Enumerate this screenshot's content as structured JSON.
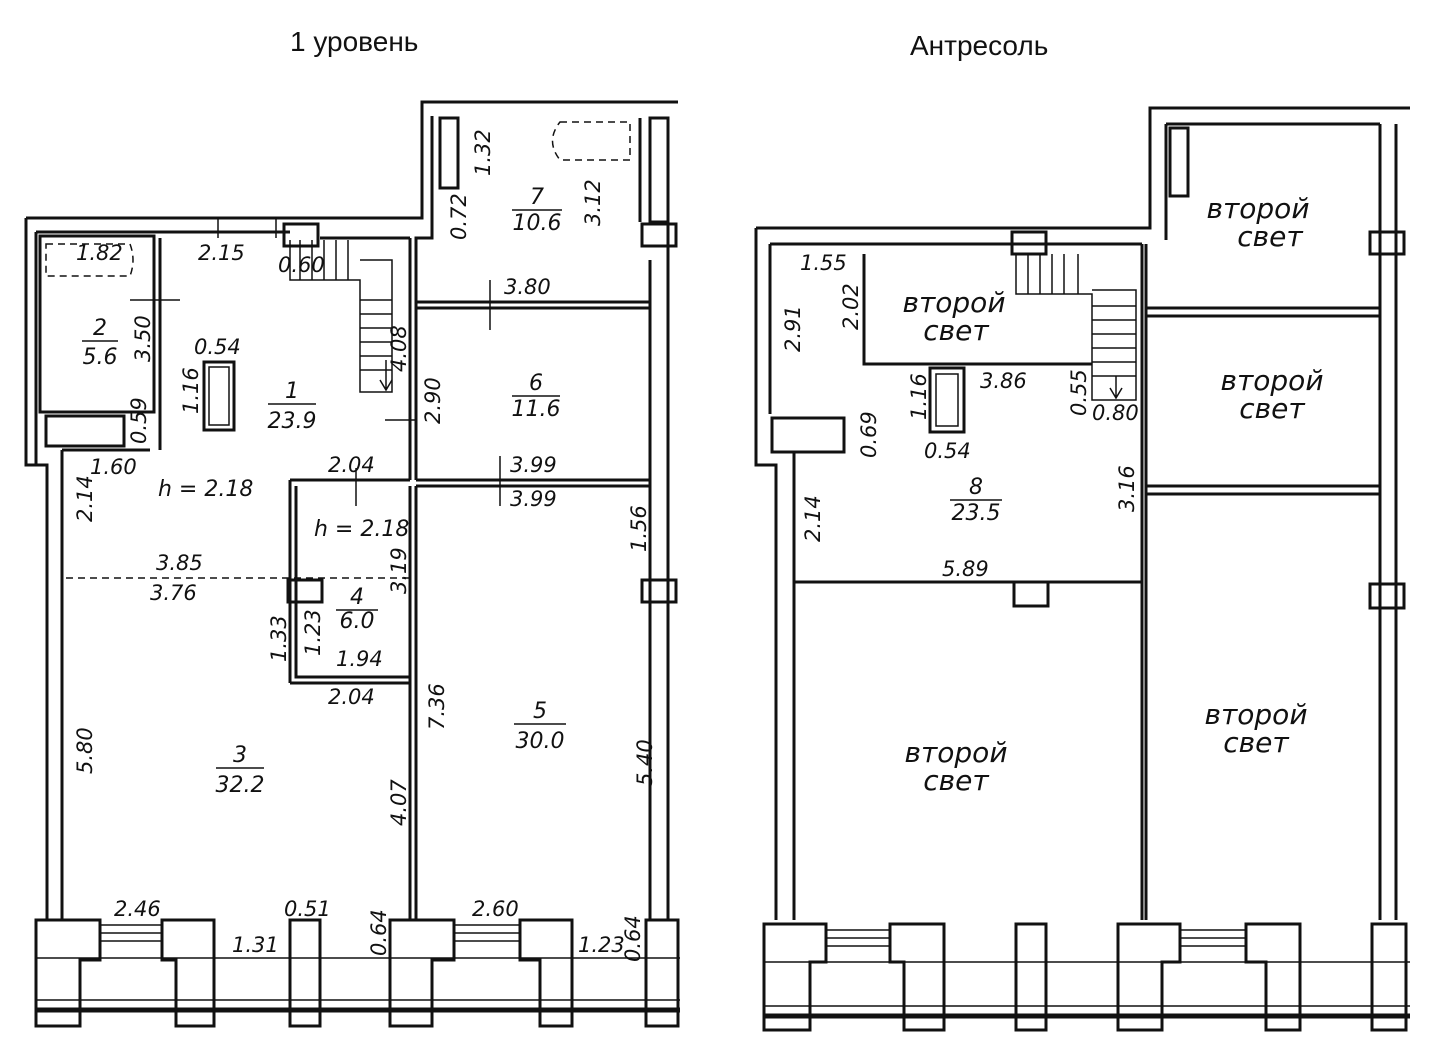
{
  "titles": {
    "level1": "1 уровень",
    "mezzanine": "Антресоль"
  },
  "rooms_level1": [
    {
      "num": "1",
      "area": "23.9"
    },
    {
      "num": "2",
      "area": "5.6"
    },
    {
      "num": "3",
      "area": "32.2"
    },
    {
      "num": "4",
      "area": "6.0"
    },
    {
      "num": "5",
      "area": "30.0"
    },
    {
      "num": "6",
      "area": "11.6"
    },
    {
      "num": "7",
      "area": "10.6"
    }
  ],
  "rooms_mezzanine": [
    {
      "num": "8",
      "area": "23.5"
    }
  ],
  "second_light": {
    "line1": "второй",
    "line2": "свет"
  },
  "heights": {
    "h1": "h = 2.18",
    "h2": "h = 2.18"
  },
  "dims_level1": [
    "1.82",
    "2.15",
    "0.60",
    "3.50",
    "0.54",
    "1.16",
    "0.59",
    "1.60",
    "2.14",
    "4.08",
    "2.90",
    "1.32",
    "0.72",
    "3.12",
    "3.80",
    "3.99",
    "3.99",
    "2.04",
    "3.19",
    "1.56",
    "3.85",
    "3.76",
    "1.33",
    "1.23",
    "1.94",
    "2.04",
    "7.36",
    "5.80",
    "4.07",
    "5.40",
    "2.46",
    "0.51",
    "2.60",
    "1.31",
    "0.64",
    "1.23",
    "0.64"
  ],
  "dims_mezzanine": [
    "1.55",
    "2.91",
    "2.02",
    "1.16",
    "3.86",
    "0.55",
    "0.80",
    "0.69",
    "0.54",
    "2.14",
    "3.16",
    "5.89"
  ]
}
